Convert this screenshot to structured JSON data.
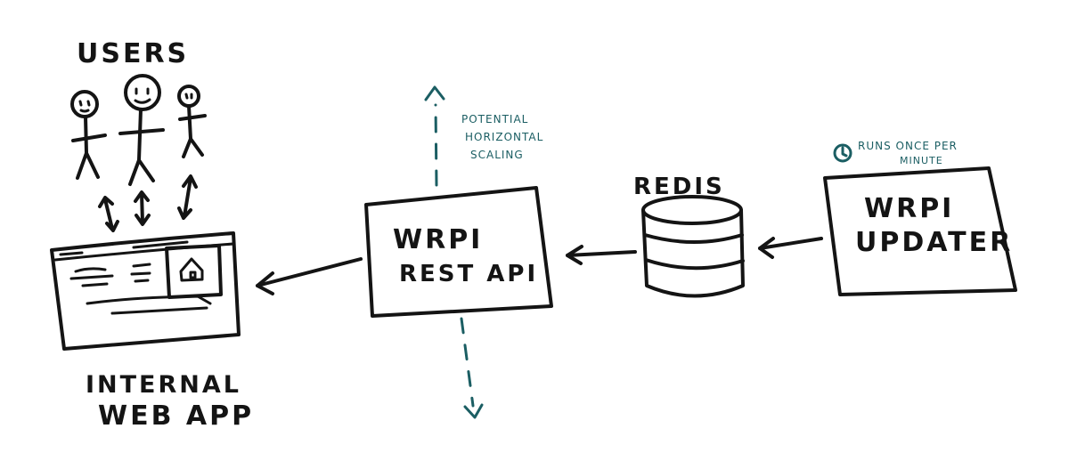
{
  "users_label": "USERS",
  "web_app": {
    "line1": "INTERNAL",
    "line2": "WEB APP"
  },
  "rest_api": {
    "line1": "WRPI",
    "line2": "REST API"
  },
  "scaling_note": {
    "line1": "POTENTIAL",
    "line2": "HORIZONTAL",
    "line3": "SCALING"
  },
  "redis_label": "REDIS",
  "updater": {
    "line1": "WRPI",
    "line2": "UPDATER"
  },
  "schedule_note": {
    "line1": "RUNS ONCE PER",
    "line2": "MINUTE"
  },
  "colors": {
    "ink": "#141414",
    "accent": "#1b5e63",
    "background": "#ffffff"
  }
}
